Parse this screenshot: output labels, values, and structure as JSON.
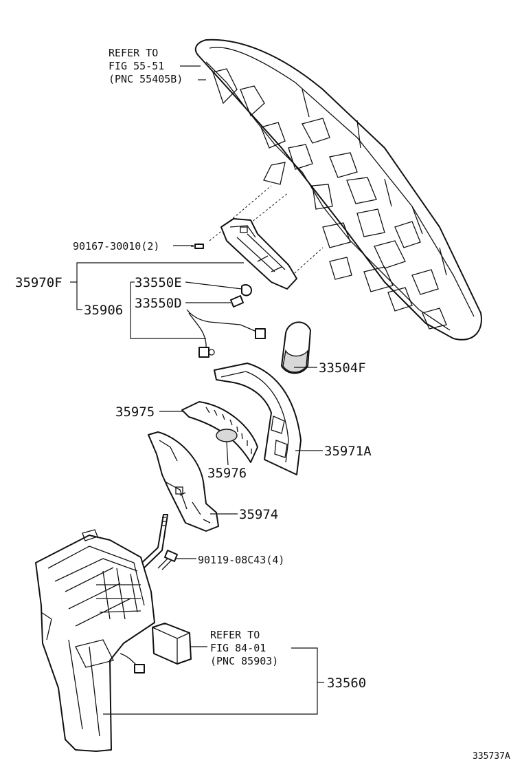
{
  "refs": {
    "top": {
      "line1": "REFER TO",
      "line2": "FIG 55-51",
      "line3": "(PNC 55405B)"
    },
    "bottom": {
      "line1": "REFER TO",
      "line2": "FIG 84-01",
      "line3": "(PNC 85903)"
    }
  },
  "parts": {
    "p90167": "90167-30010(2)",
    "p35970F": "35970F",
    "p33550E": "33550E",
    "p33550D": "33550D",
    "p35906": "35906",
    "p33504F": "33504F",
    "p35975": "35975",
    "p35971A": "35971A",
    "p35976": "35976",
    "p35974": "35974",
    "p90119": "90119-08C43(4)",
    "p33560": "33560"
  },
  "figure_id": "335737A"
}
